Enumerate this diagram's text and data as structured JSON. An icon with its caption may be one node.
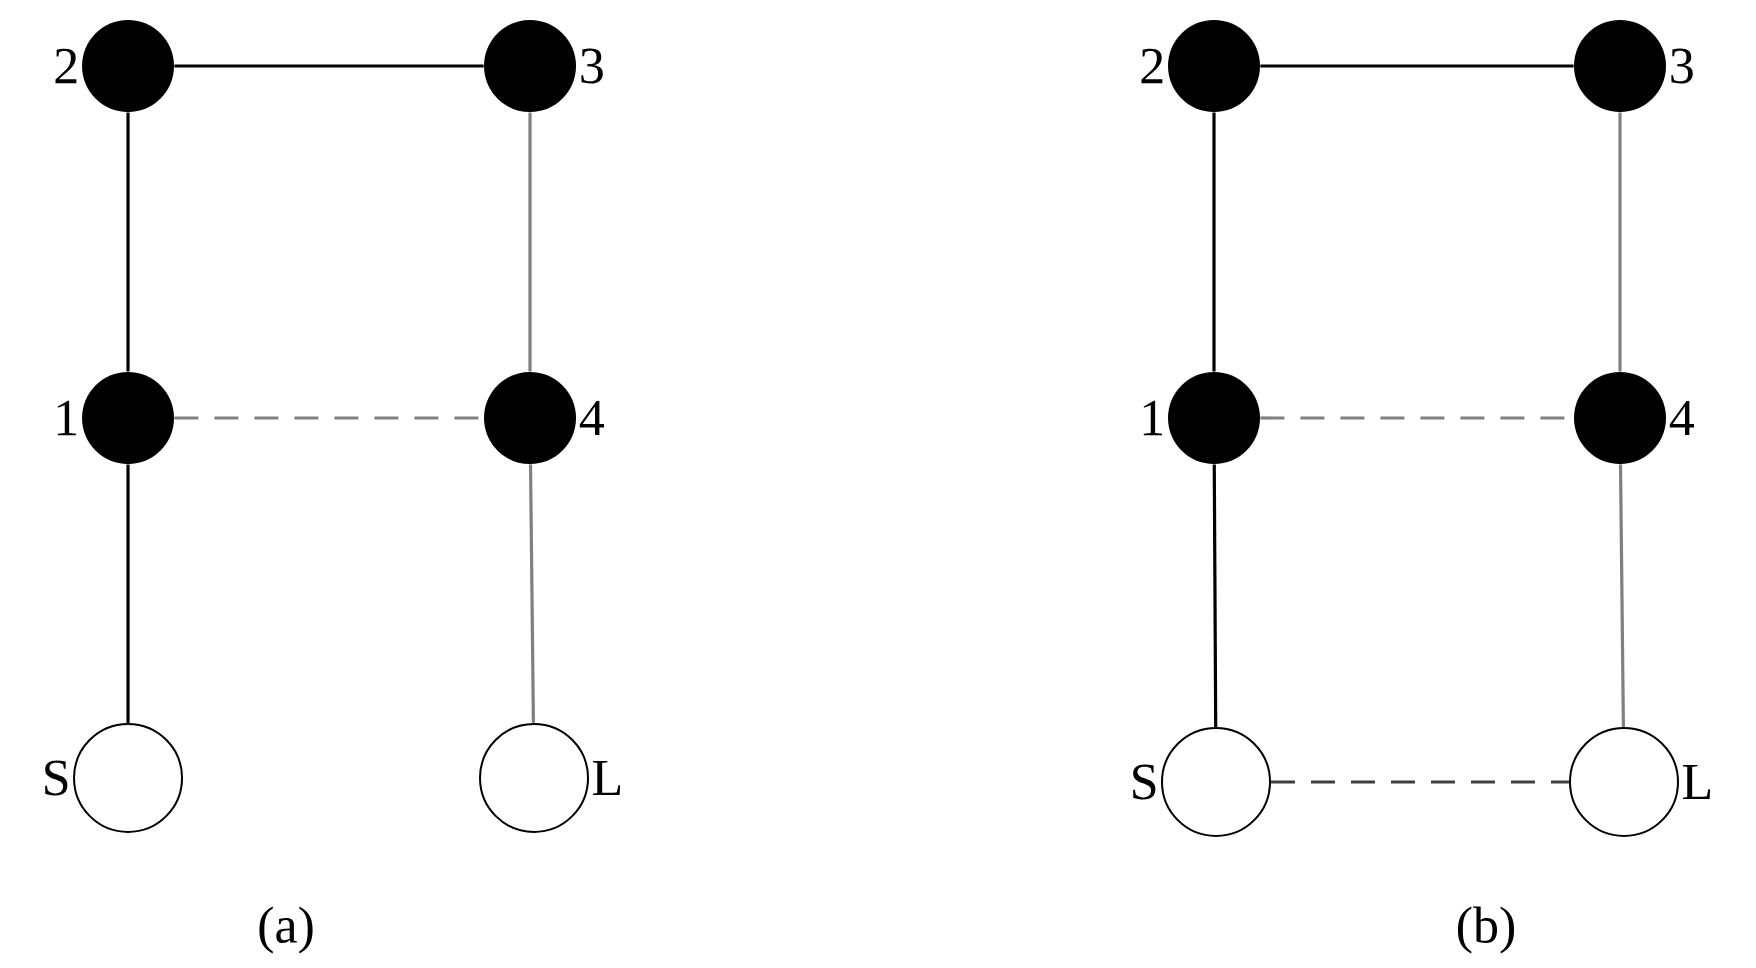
{
  "diagram": {
    "nodes": [
      {
        "text": [],
        "shape": "dot",
        "beside": [
          "2"
        ]
      },
      {
        "text": [],
        "shape": "dot",
        "beside": [
          "3"
        ]
      },
      {
        "text": [],
        "shape": "dot",
        "beside": [
          "1"
        ]
      },
      {
        "text": [],
        "shape": "dot",
        "beside": [
          "4"
        ]
      },
      {
        "text": [],
        "shape": "circle",
        "beside": [
          "S"
        ]
      },
      {
        "text": [],
        "shape": "circle",
        "beside": [
          "L"
        ]
      },
      {
        "text": [],
        "shape": "dot",
        "beside": [
          "2"
        ]
      },
      {
        "text": [],
        "shape": "dot",
        "beside": [
          "3"
        ]
      },
      {
        "text": [],
        "shape": "dot",
        "beside": [
          "1"
        ]
      },
      {
        "text": [],
        "shape": "dot",
        "beside": [
          "4"
        ]
      },
      {
        "text": [],
        "shape": "circle",
        "beside": [
          "S"
        ]
      },
      {
        "text": [],
        "shape": "circle",
        "beside": [
          "L"
        ]
      }
    ],
    "edges": [
      {
        "from": 0,
        "to": 1,
        "arrow": "none"
      },
      {
        "from": 0,
        "to": 2,
        "arrow": "none"
      },
      {
        "from": 1,
        "to": 3,
        "arrow": "none",
        "color": "#808080"
      },
      {
        "from": 2,
        "to": 3,
        "arrow": "none",
        "style": "dashed",
        "color": "#808080"
      },
      {
        "from": 2,
        "to": 4,
        "arrow": "none"
      },
      {
        "from": 3,
        "to": 5,
        "arrow": "none",
        "color": "#808080"
      },
      {
        "from": 6,
        "to": 7,
        "arrow": "none"
      },
      {
        "from": 6,
        "to": 8,
        "arrow": "none"
      },
      {
        "from": 7,
        "to": 9,
        "arrow": "none",
        "color": "#808080"
      },
      {
        "from": 8,
        "to": 9,
        "arrow": "none",
        "style": "dashed",
        "color": "#808080"
      },
      {
        "from": 8,
        "to": 10,
        "arrow": "none"
      },
      {
        "from": 9,
        "to": 11,
        "arrow": "none",
        "color": "#808080"
      },
      {
        "from": 10,
        "to": 11,
        "arrow": "none",
        "style": "dashed",
        "color": "#404040"
      }
    ],
    "labels": [
      "(a)",
      "(b)"
    ]
  }
}
